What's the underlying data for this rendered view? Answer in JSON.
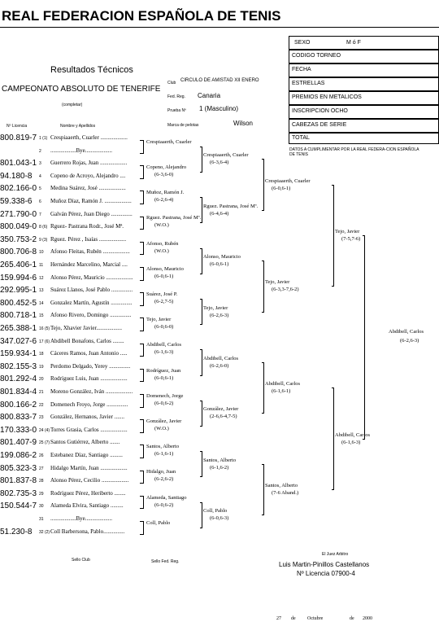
{
  "header": {
    "federation": "REAL FEDERACION ESPAÑOLA DE TENIS",
    "section": "Resultados Técnicos",
    "tournament": "CAMPEONATO ABSOLUTO DE TENERIFE",
    "tournament_sub": "(completar)",
    "club_label": "Club",
    "club_value": "CIRCULO DE AMISTAD XII ENERO",
    "fed_label": "Fed. Reg.",
    "fed_value": "Canaria",
    "event_label": "Prueba Nº",
    "event_value": "1 (Masculino)",
    "ball_label": "Marca de pelotas",
    "ball_value": "Wilson",
    "col_license": "Nº Licencia",
    "col_names": "Nombre y Apellidos"
  },
  "info_box": {
    "sexo_label": "SEXO",
    "sexo_value": "M ó F",
    "codigo": "CODIGO TORNEO",
    "fecha": "FECHA",
    "estrellas": "ESTRELLAS",
    "premios": "PREMIOS EN METALICOS",
    "inscripcion": "INSCRIPCION OCHO",
    "cabezas": "CABEZAS DE SERIE",
    "total": "TOTAL",
    "note": "DATOS A CUMPLIMENTAR POR LA REAL FEDERA-CION ESPAÑOLA DE TENIS"
  },
  "players": [
    {
      "lic": "800.819-7",
      "num": "1 (1)",
      "name": "Crespiaaerth, Cuarler ..................."
    },
    {
      "lic": "",
      "num": "2",
      "name": "..................Bye..................."
    },
    {
      "lic": "801.043-1",
      "num": "3",
      "name": "Guerrero Rojas, Juan ..................."
    },
    {
      "lic": "94.180-8",
      "num": "4",
      "name": "Copeno de Acroyo, Alejandro ...."
    },
    {
      "lic": "802.166-0",
      "num": "5",
      "name": "Medina Suárez, José ..................."
    },
    {
      "lic": "59.338-6",
      "num": "6",
      "name": "Muñoz Díaz, Ramón J. ..................."
    },
    {
      "lic": "271.790-0",
      "num": "7",
      "name": "Galván Pérez, Juan Diego ..............."
    },
    {
      "lic": "800.049-0",
      "num": "8 (6)",
      "name": "Rguez- Pastrana Rodr., José Mª."
    },
    {
      "lic": "350.753-2",
      "num": "9 (3)",
      "name": "Rguez. Pérez , Isaías ..................."
    },
    {
      "lic": "800.706-8",
      "num": "10",
      "name": "Afonso Fleitas, Rubén ..................."
    },
    {
      "lic": "265.406-1",
      "num": "11",
      "name": "Hernández Marcelino, Marcial ...."
    },
    {
      "lic": "159.994-6",
      "num": "12",
      "name": "Alonso Pérez, Mauricio ..................."
    },
    {
      "lic": "292.995-1",
      "num": "13",
      "name": "Suárez Llanos, José Pablo ..............."
    },
    {
      "lic": "800.452-5",
      "num": "14",
      "name": "Gonzalez Martín, Agustín ..............."
    },
    {
      "lic": "800.718-1",
      "num": "15",
      "name": "Afonso Rivero, Domingo ..............."
    },
    {
      "lic": "265.388-1",
      "num": "16 (5)",
      "name": "Tejo, Xhavier Javier.................."
    },
    {
      "lic": "347.027-6",
      "num": "17 (6)",
      "name": "Abdibell Bonafons, Carlos ........"
    },
    {
      "lic": "159.934-1",
      "num": "18",
      "name": "Cáceres Ramos, Juan Antonio ....."
    },
    {
      "lic": "802.155-3",
      "num": "19",
      "name": "Perdomo Delgado, Yerey ..............."
    },
    {
      "lic": "801.292-4",
      "num": "20",
      "name": "Rodríguez Luis, Juan ..................."
    },
    {
      "lic": "801.834-4",
      "num": "21",
      "name": "Moreno González, Iván ..................."
    },
    {
      "lic": "800.166-2",
      "num": "22",
      "name": "Domenech Froyo, Jorge ..............."
    },
    {
      "lic": "800.833-7",
      "num": "23",
      "name": "González, Hernanos, Javier ......."
    },
    {
      "lic": "170.333-0",
      "num": "24 (4)",
      "name": "Torres Grasia, Carlos ..................."
    },
    {
      "lic": "801.407-9",
      "num": "25 (7)",
      "name": "Santos Gutiérrez, Alberto ......."
    },
    {
      "lic": "199.086-2",
      "num": "26",
      "name": "Estebanez Díaz, Santiago ........."
    },
    {
      "lic": "805.323-3",
      "num": "27",
      "name": "Hidalgo Martín, Juan ..................."
    },
    {
      "lic": "801.837-8",
      "num": "28",
      "name": "Alonso Pérez, Cecilio ..................."
    },
    {
      "lic": "802.735-3",
      "num": "29",
      "name": "Rodríguez Pérez, Heriberto ........"
    },
    {
      "lic": "150.544-7",
      "num": "30",
      "name": "Alameda Elvira, Santiago ........."
    },
    {
      "lic": "",
      "num": "31",
      "name": "..................Bye..................."
    },
    {
      "lic": "51.230-8",
      "num": "32 (2)",
      "name": "Coll Barbersona, Pablo..............."
    }
  ],
  "round2": [
    {
      "name": "Crespiaaerth, Cuarler",
      "score": ""
    },
    {
      "name": "Copeno, Alejandro",
      "score": "(6-3,6-0)"
    },
    {
      "name": "Muñoz, Ramón J.",
      "score": "(6-2,6-4)"
    },
    {
      "name": "Rguez. Pastrana, José Mª.",
      "score": "(W.O.)"
    },
    {
      "name": "Afonso, Rubén",
      "score": "(W.O.)"
    },
    {
      "name": "Alonso, Mauricio",
      "score": "(6-0,6-1)"
    },
    {
      "name": "Suárez, José P.",
      "score": "(6-2,7-5)"
    },
    {
      "name": "Tejo, Javier",
      "score": "(6-0,6-0)"
    },
    {
      "name": "Abdibell, Carlos",
      "score": "(6-1,6-3)"
    },
    {
      "name": "Rodríguez, Juan",
      "score": "(6-0,6-1)"
    },
    {
      "name": "Domenech, Jorge",
      "score": "(6-0,6-2)"
    },
    {
      "name": "González, Javier",
      "score": "(W.O.)"
    },
    {
      "name": "Santos, Alberto",
      "score": "(6-1,6-1)"
    },
    {
      "name": "Hidalgo, Juan",
      "score": "(6-2,6-2)"
    },
    {
      "name": "Alameda, Santiago",
      "score": "(6-0,6-2)"
    },
    {
      "name": "Coll, Pablo",
      "score": ""
    }
  ],
  "round3": [
    {
      "name": "Crespiaaerth, Cuarler",
      "score": "(6-3,6-4)"
    },
    {
      "name": "Rguez. Pastrana, José Mª.",
      "score": "(6-4,6-4)"
    },
    {
      "name": "Alonso, Mauricio",
      "score": "(6-0,6-1)"
    },
    {
      "name": "Tejo, Javier",
      "score": "(6-2,6-3)"
    },
    {
      "name": "Abdibell, Carlos",
      "score": "(6-2,6-0)"
    },
    {
      "name": "González, Javier",
      "score": "(2-6,6-4,7-5)"
    },
    {
      "name": "Santos, Alberto",
      "score": "(6-1,6-2)"
    },
    {
      "name": "Coll, Pablo",
      "score": "(6-0,6-3)"
    }
  ],
  "quarters": [
    {
      "name": "Crespiaaerth, Cuarler",
      "score": "(6-0,6-1)"
    },
    {
      "name": "Tejo, Javier",
      "score": "(6-3,3-7,6-2)"
    },
    {
      "name": "Abdibell, Carlos",
      "score": "(6-1,6-1)"
    },
    {
      "name": "Santos, Alberto",
      "score": "(7-6 Aband.)"
    }
  ],
  "semis": [
    {
      "name": "Tejo, Javier",
      "score": "(7-5,7-6)"
    },
    {
      "name": "Abdibell, Carlos",
      "score": "(6-1,6-3)"
    }
  ],
  "final": {
    "name": "Abdibell, Carlos",
    "score": "(6-2,6-3)"
  },
  "footer": {
    "juez_label": "El Juez Arbitro",
    "juez_name": "Luis Martin-Pinillos Castellanos",
    "juez_license": "Nº Licencia 07900-4",
    "sello_club": "Sello Club",
    "sello_fed": "Sello Fed. Reg.",
    "day": "27",
    "de1": "de",
    "month": "Octubre",
    "de2": "de",
    "year": "2000"
  }
}
